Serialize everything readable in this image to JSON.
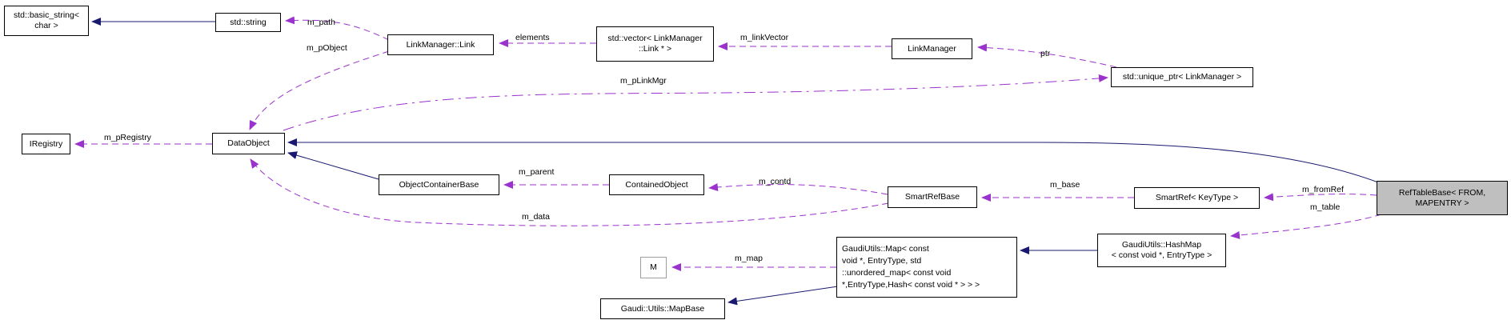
{
  "diagram": {
    "type": "collaboration-graph",
    "colors": {
      "inheritance_edge": "#191970",
      "usage_edge": "#9a32cd",
      "node_border": "#000000",
      "current_node_fill": "#bfbfbf",
      "template_param_border": "#9e9e9e",
      "background": "#ffffff"
    },
    "nodes": {
      "basic_string": {
        "line1": "std::basic_string<",
        "line2": "char >"
      },
      "std_string": {
        "line1": "std::string"
      },
      "link": {
        "line1": "LinkManager::Link"
      },
      "vector": {
        "line1": "std::vector< LinkManager",
        "line2": "::Link * >"
      },
      "link_manager": {
        "line1": "LinkManager"
      },
      "unique_ptr": {
        "line1": "std::unique_ptr< LinkManager >"
      },
      "iregistry": {
        "line1": "IRegistry"
      },
      "data_object": {
        "line1": "DataObject"
      },
      "object_container_base": {
        "line1": "ObjectContainerBase"
      },
      "contained_object": {
        "line1": "ContainedObject"
      },
      "smart_ref_base": {
        "line1": "SmartRefBase"
      },
      "smart_ref": {
        "line1": "SmartRef< KeyType >"
      },
      "ref_table_base": {
        "line1": "RefTableBase< FROM,",
        "line2": "MAPENTRY >"
      },
      "m_param": {
        "line1": "M"
      },
      "gaudi_map": {
        "line1": "GaudiUtils::Map< const",
        "line2": "void *, EntryType, std",
        "line3": "::unordered_map< const void",
        "line4": "*,EntryType,Hash< const void * > > >"
      },
      "map_base": {
        "line1": "Gaudi::Utils::MapBase"
      },
      "hash_map": {
        "line1": "GaudiUtils::HashMap",
        "line2": "< const void *, EntryType >"
      }
    },
    "edge_labels": {
      "m_path": "m_path",
      "m_pObject": "m_pObject",
      "elements": "elements",
      "m_linkVector": "m_linkVector",
      "ptr": "ptr",
      "m_pLinkMgr": "m_pLinkMgr",
      "m_pRegistry": "m_pRegistry",
      "m_parent": "m_parent",
      "m_contd": "m_contd",
      "m_data": "m_data",
      "m_base": "m_base",
      "m_fromRef": "m_fromRef",
      "m_table": "m_table",
      "m_map": "m_map"
    }
  }
}
